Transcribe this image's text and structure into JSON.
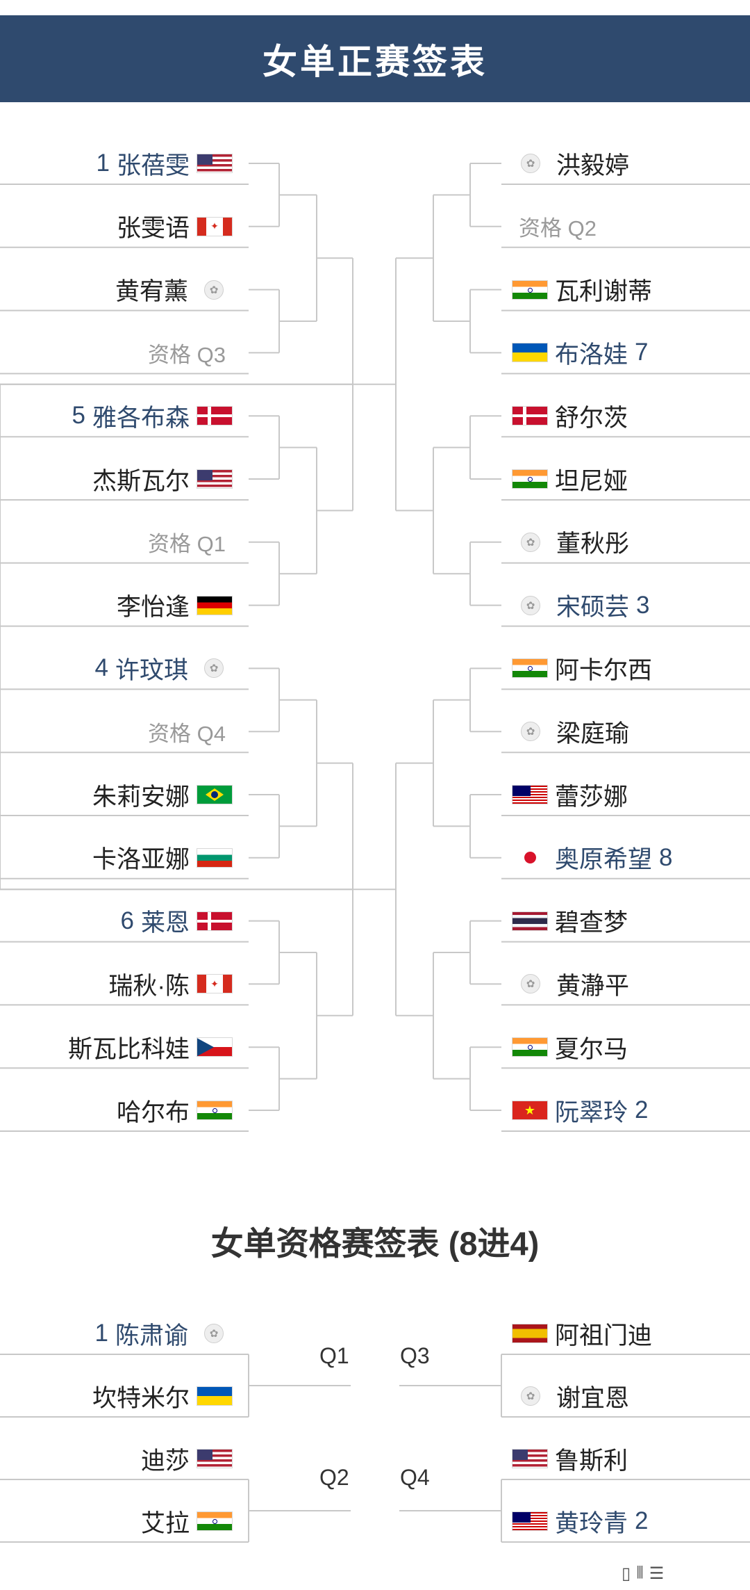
{
  "main_title": "女单正赛签表",
  "qual_title": "女单资格赛签表 (8进4)",
  "colors": {
    "header_bg": "#2f4a6e",
    "seeded_text": "#2f4a6e",
    "qualifier_text": "#999999",
    "line": "#c8c8c8"
  },
  "main_left": [
    {
      "name": "张蓓雯",
      "seed": "1",
      "flag": "usa"
    },
    {
      "name": "张雯语",
      "flag": "can"
    },
    {
      "name": "黄宥薰",
      "flag": "tpe"
    },
    {
      "name": "资格 Q3",
      "qualifier": true
    },
    {
      "name": "雅各布森",
      "seed": "5",
      "flag": "den"
    },
    {
      "name": "杰斯瓦尔",
      "flag": "usa"
    },
    {
      "name": "资格 Q1",
      "qualifier": true
    },
    {
      "name": "李怡逢",
      "flag": "ger"
    },
    {
      "name": "许玟琪",
      "seed": "4",
      "flag": "tpe"
    },
    {
      "name": "资格 Q4",
      "qualifier": true
    },
    {
      "name": "朱莉安娜",
      "flag": "bra"
    },
    {
      "name": "卡洛亚娜",
      "flag": "bul"
    },
    {
      "name": "莱恩",
      "seed": "6",
      "flag": "den"
    },
    {
      "name": "瑞秋·陈",
      "flag": "can"
    },
    {
      "name": "斯瓦比科娃",
      "flag": "cze"
    },
    {
      "name": "哈尔布",
      "flag": "ind"
    }
  ],
  "main_right": [
    {
      "name": "洪毅婷",
      "flag": "tpe"
    },
    {
      "name": "资格 Q2",
      "qualifier": true
    },
    {
      "name": "瓦利谢蒂",
      "flag": "ind"
    },
    {
      "name": "布洛娃",
      "seed": "7",
      "flag": "ukr"
    },
    {
      "name": "舒尔茨",
      "flag": "den"
    },
    {
      "name": "坦尼娅",
      "flag": "ind"
    },
    {
      "name": "董秋彤",
      "flag": "tpe"
    },
    {
      "name": "宋硕芸",
      "seed": "3",
      "flag": "tpe"
    },
    {
      "name": "阿卡尔西",
      "flag": "ind"
    },
    {
      "name": "梁庭瑜",
      "flag": "tpe"
    },
    {
      "name": "蕾莎娜",
      "flag": "mas"
    },
    {
      "name": "奥原希望",
      "seed": "8",
      "flag": "jpn"
    },
    {
      "name": "碧查梦",
      "flag": "tha"
    },
    {
      "name": "黄瀞平",
      "flag": "tpe"
    },
    {
      "name": "夏尔马",
      "flag": "ind"
    },
    {
      "name": "阮翠玲",
      "seed": "2",
      "flag": "vie"
    }
  ],
  "qual_left": [
    {
      "name": "陈肃谕",
      "seed": "1",
      "flag": "tpe"
    },
    {
      "name": "坎特米尔",
      "flag": "ukr"
    },
    {
      "name": "迪莎",
      "flag": "usa"
    },
    {
      "name": "艾拉",
      "flag": "ind"
    }
  ],
  "qual_right": [
    {
      "name": "阿祖门迪",
      "flag": "esp"
    },
    {
      "name": "谢宜恩",
      "flag": "tpe"
    },
    {
      "name": "鲁斯利",
      "flag": "usa"
    },
    {
      "name": "黄玲青",
      "seed": "2",
      "flag": "mas"
    }
  ],
  "qual_labels": [
    "Q1",
    "Q2",
    "Q3",
    "Q4"
  ]
}
